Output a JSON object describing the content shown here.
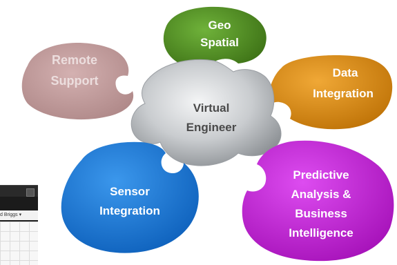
{
  "diagram": {
    "hub": {
      "label_line1": "Virtual",
      "label_line2": "Engineer",
      "color": "#c9cccf"
    },
    "pieces": [
      {
        "id": "geo",
        "line1": "Geo",
        "line2": "Spatial",
        "color": "#4c8a1e",
        "text_color": "#ffffff"
      },
      {
        "id": "data",
        "line1": "Data",
        "line2": "Integration",
        "color": "#d98a12",
        "text_color": "#ffffff"
      },
      {
        "id": "predictive",
        "line1": "Predictive",
        "line2": "Analysis &",
        "line3": "Business",
        "line4": "Intelligence",
        "color": "#c21fd6",
        "text_color": "#ffffff"
      },
      {
        "id": "sensor",
        "line1": "Sensor",
        "line2": "Integration",
        "color": "#1a7ad8",
        "text_color": "#ffffff"
      },
      {
        "id": "remote",
        "line1": "Remote",
        "line2": "Support",
        "color": "#b89090",
        "text_color": "#e8dada"
      }
    ]
  },
  "thumbnail": {
    "row_label": "d Briggs ▾"
  }
}
